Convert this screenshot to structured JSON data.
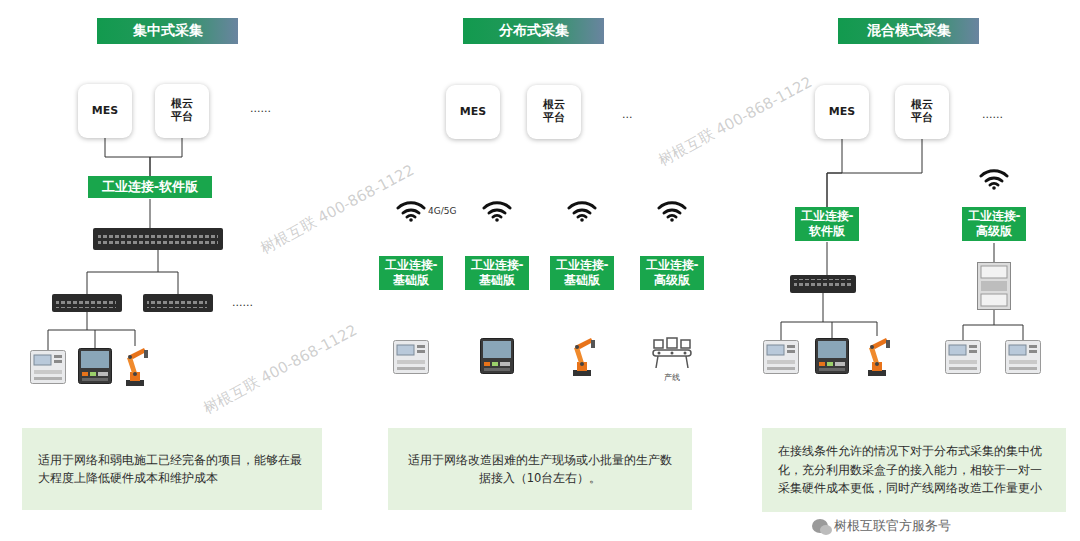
{
  "diagram": {
    "nodes": [
      {
        "text": [
          "集中式采集"
        ]
      },
      {
        "text": [
          "MES"
        ]
      },
      {
        "text": [
          "根云平台"
        ]
      },
      {
        "text": [
          "工业连接-软件版"
        ]
      },
      {
        "text": [
          "适用于网络和弱电施工已经完备的项目，能够在最大程度上降低硬件成本和维护成本"
        ]
      },
      {
        "text": [
          "分布式采集"
        ]
      },
      {
        "text": [
          "MES"
        ]
      },
      {
        "text": [
          "根云平台"
        ]
      },
      {
        "text": [
          "工业连接-基础版"
        ]
      },
      {
        "text": [
          "工业连接-基础版"
        ]
      },
      {
        "text": [
          "工业连接-基础版"
        ]
      },
      {
        "text": [
          "工业连接-高级版"
        ]
      },
      {
        "text": [
          "适用于网络改造困难的生产现场或小批量的生产数据接入（10台左右）。"
        ]
      },
      {
        "text": [
          "混合模式采集"
        ]
      },
      {
        "text": [
          "MES"
        ]
      },
      {
        "text": [
          "根云平台"
        ]
      },
      {
        "text": [
          "工业连接-软件版"
        ]
      },
      {
        "text": [
          "工业连接-高级版"
        ]
      },
      {
        "text": [
          "在接线条件允许的情况下对于分布式采集的集中优化，充分利用数采盒子的接入能力，相较于一对一采集硬件成本更低，同时产线网络改造工作量更小"
        ]
      }
    ],
    "edges": [
      {
        "from": 1,
        "to": 3,
        "arrow": "none"
      },
      {
        "from": 2,
        "to": 3,
        "arrow": "none"
      },
      {
        "from": 14,
        "to": 16,
        "arrow": "none"
      },
      {
        "from": 15,
        "to": 16,
        "arrow": "none"
      }
    ],
    "labels": [
      "......",
      "......",
      "4G/5G",
      "...",
      "产线",
      "......",
      "树根互联 400-868-1122",
      "树根互联 400-868-1122",
      "树根互联 400-868-1122",
      "树根互联官方服务号"
    ]
  }
}
